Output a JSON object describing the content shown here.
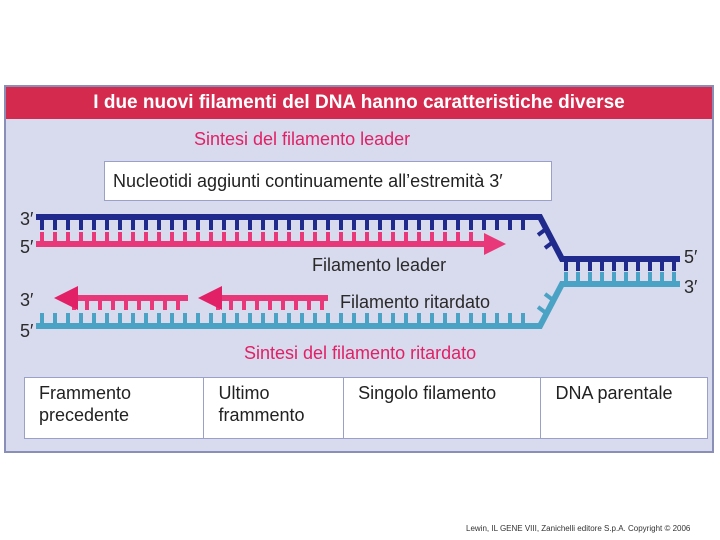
{
  "header": {
    "title": "I due nuovi filamenti del DNA hanno caratteristiche diverse"
  },
  "leading": {
    "title": "Sintesi del filamento leader",
    "note": "Nucleotidi aggiunti continuamente all’estremità 3′",
    "strand_label": "Filamento leader"
  },
  "lagging": {
    "title": "Sintesi del filamento ritardato",
    "strand_label": "Filamento ritardato"
  },
  "ends": {
    "left_top_3": "3′",
    "left_top_5": "5′",
    "right_5": "5′",
    "right_3": "3′",
    "left_bottom_3": "3′",
    "left_bottom_5": "5′"
  },
  "legend": [
    {
      "label": "Frammento\nprecedente"
    },
    {
      "label": "Ultimo\nframmento"
    },
    {
      "label": "Singolo filamento"
    },
    {
      "label": "DNA parentale"
    }
  ],
  "colors": {
    "header_bg": "#d42a4e",
    "parental_navy": "#1f2a8c",
    "new_pink": "#e8387a",
    "parental_teal": "#4aa3c4",
    "arrow_magenta": "#e22066",
    "panel_bg": "#d8daed"
  },
  "credit": "Lewin, IL GENE VIII, Zanichelli editore S.p.A. Copyright © 2006"
}
